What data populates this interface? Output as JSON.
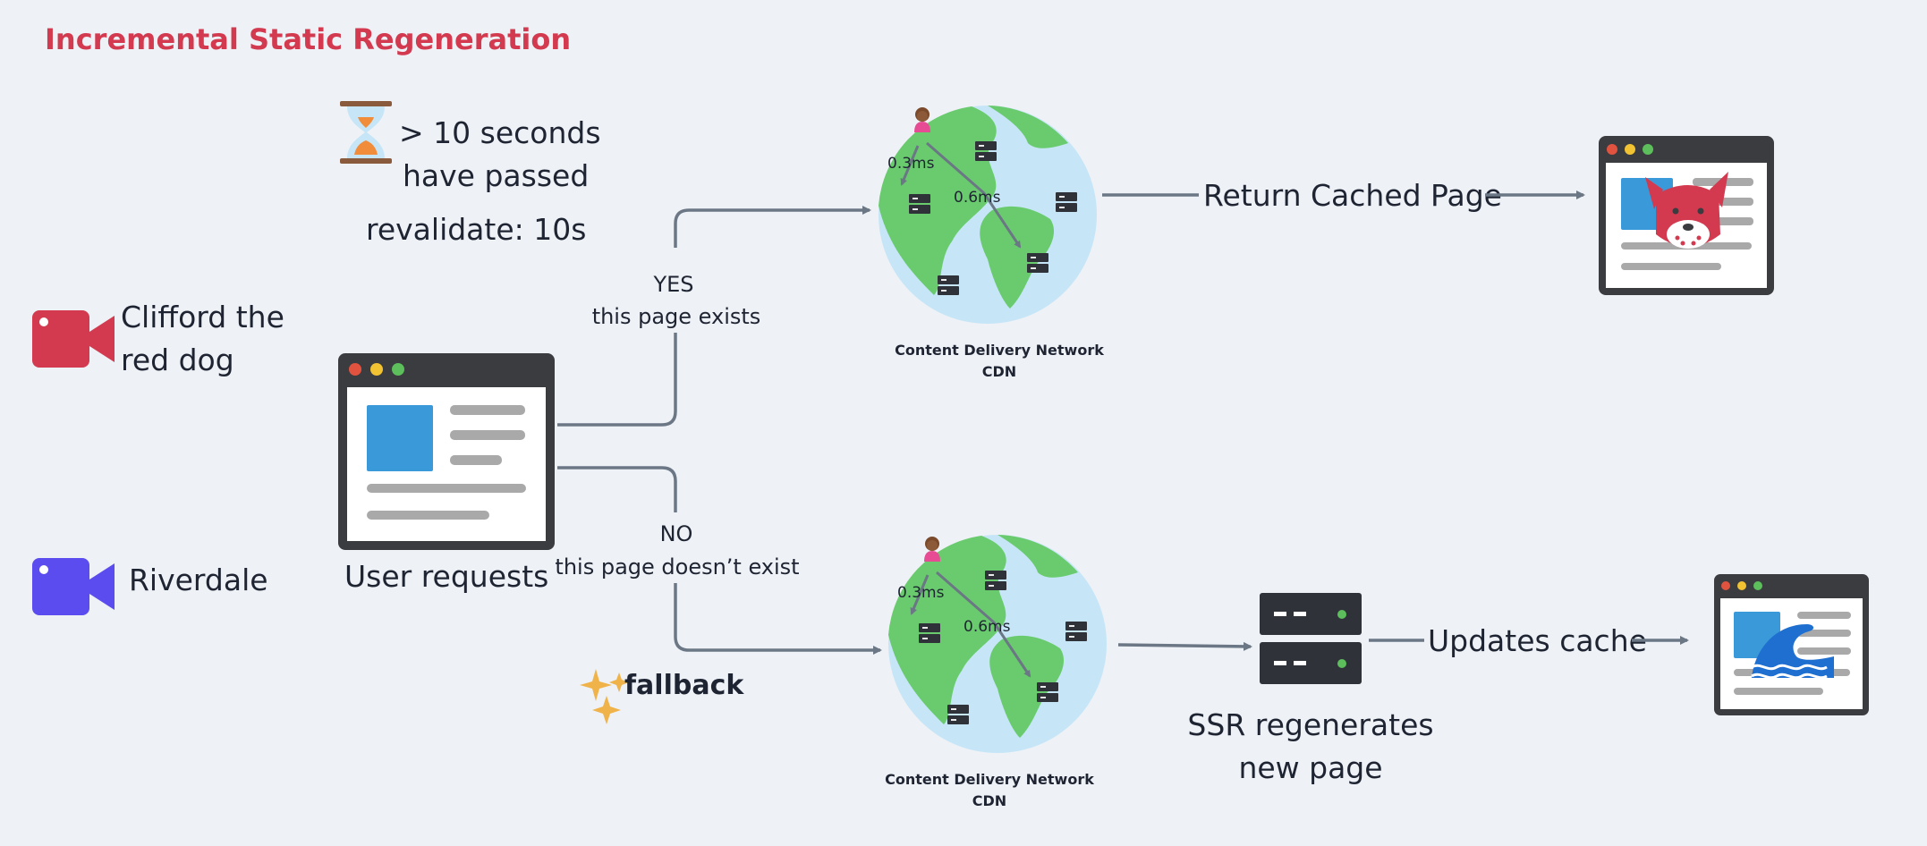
{
  "title": "Incremental Static Regeneration",
  "timer": {
    "line1": "> 10 seconds",
    "line2": "have passed",
    "revalidate": "revalidate: 10s"
  },
  "videos": [
    {
      "line1": "Clifford the",
      "line2": "red dog",
      "color": "#d33a4f"
    },
    {
      "line1": "Riverdale",
      "line2": "",
      "color": "#5b4cf0"
    }
  ],
  "user_requests": "User requests",
  "branch_yes": {
    "answer": "YES",
    "detail": "this page exists"
  },
  "branch_no": {
    "answer": "NO",
    "detail": "this page doesn’t exist"
  },
  "cdn": {
    "label_line1": "Content Delivery Network",
    "label_line2": "CDN",
    "latency_a": "0.3ms",
    "latency_b": "0.6ms"
  },
  "return_cached": "Return Cached Page",
  "fallback": "fallback",
  "ssr": {
    "line1": "SSR regenerates",
    "line2": "new page"
  },
  "updates_cache": "Updates cache",
  "colors": {
    "accent_red": "#d33a4f",
    "accent_purple": "#5b4cf0",
    "arrow_gray": "#6b7785",
    "block_blue": "#3a9ad9",
    "background": "#eef1f6"
  }
}
